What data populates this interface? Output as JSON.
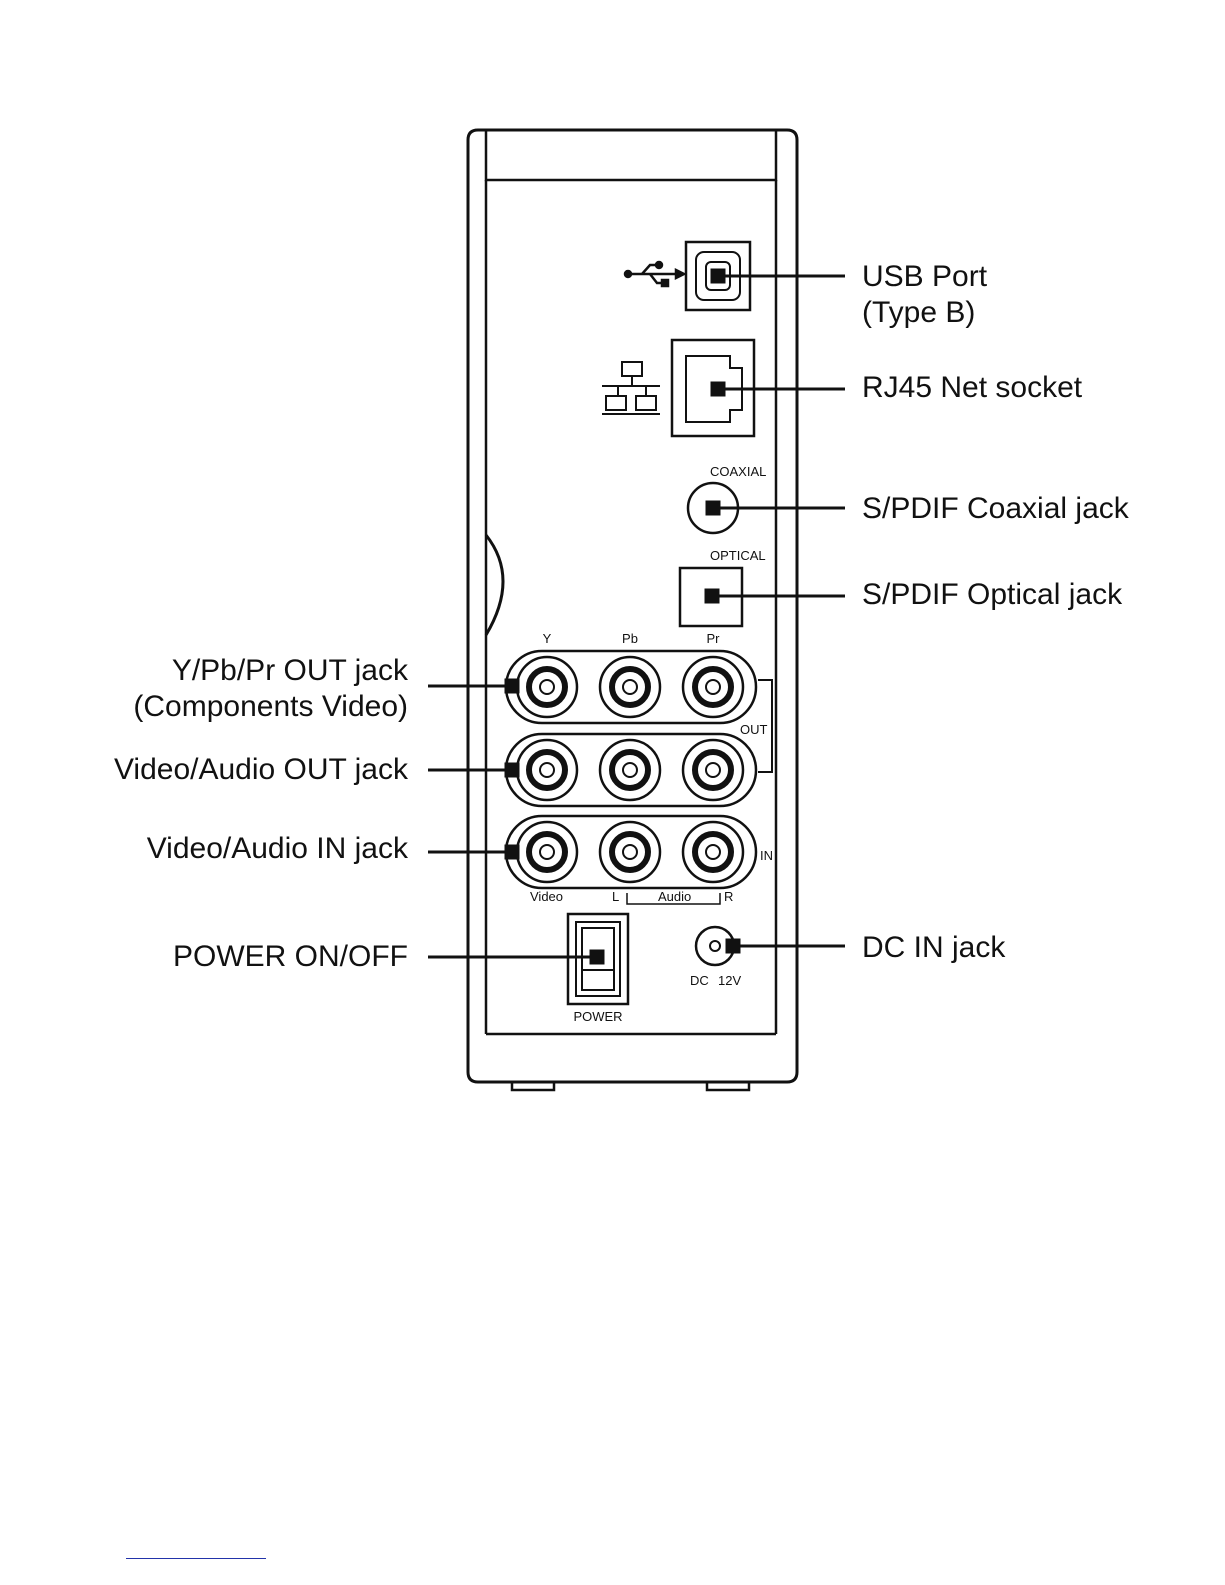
{
  "callouts": {
    "usb": [
      "USB Port",
      "(Type B)"
    ],
    "rj45": "RJ45 Net socket",
    "coaxial": "S/PDIF Coaxial jack",
    "optical": "S/PDIF Optical jack",
    "component": [
      "Y/Pb/Pr OUT jack",
      "(Components Video)"
    ],
    "av_out": "Video/Audio OUT jack",
    "av_in": "Video/Audio IN jack",
    "power": "POWER ON/OFF",
    "dc_in": "DC IN jack"
  },
  "panel_labels": {
    "coaxial": "COAXIAL",
    "optical": "OPTICAL",
    "y": "Y",
    "pb": "Pb",
    "pr": "Pr",
    "out": "OUT",
    "in": "IN",
    "video": "Video",
    "l": "L",
    "audio": "Audio",
    "r": "R",
    "power": "POWER",
    "dc": "DC",
    "dc_voltage": "12V"
  },
  "colors": {
    "ink": "#111111",
    "footer_rule": "#2233aa"
  }
}
